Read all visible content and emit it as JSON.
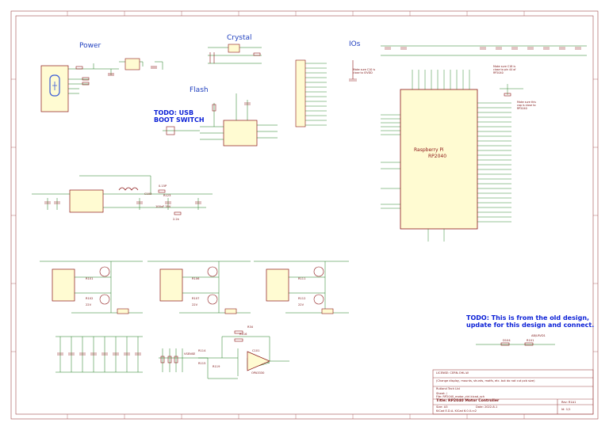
{
  "sections": {
    "power": "Power",
    "crystal": "Crystal",
    "flash": "Flash",
    "ios": "IOs"
  },
  "todo": {
    "usb_boot": "TODO: USB\nBOOT SWITCH",
    "old_design": "TODO: This is from the old design,\nupdate for this design and connect."
  },
  "mcu": {
    "name": "Raspberry Pi",
    "part": "RP2040"
  },
  "notes": {
    "c10_near_iovdd": "Make sure C10 is close to IOVDD",
    "c18_close": "Make sure C18 is close to pin 44 of RP2040",
    "c_close_rp": "Make sure this cap is close to RP2040"
  },
  "labels": {
    "opamp": "OPA3330",
    "r_top": "R34",
    "r_mid": "R116",
    "r_cap": "C101",
    "r_bottom": "R119",
    "r_sense1": "R114",
    "r_sense2": "R115",
    "vsense": "VSENSE",
    "c15p": "0.15P",
    "r123": "R123",
    "c102": "C102",
    "bat_val": "100uF 35V",
    "val_22": "2.2k",
    "tb_net": "AB/LRVD1",
    "tb_a": "D104",
    "tb_b": "R101",
    "fets": [
      {
        "r1": "R101",
        "r2": "R102",
        "v": "22V"
      },
      {
        "r1": "R106",
        "r2": "R107",
        "v": "22V"
      },
      {
        "r1": "R111",
        "r2": "R112",
        "v": "22V"
      }
    ]
  },
  "title_block": {
    "line1": "LICENSE: CERN-OHL-W",
    "line2": "(Change display, mounts, shunts, motfs, etc. but do not cut pcb size)",
    "company": "Rutland Tech Ltd",
    "sheet": "Sheet: /",
    "file": "File: RP2040_motor_ctrl.kicad_sch",
    "title": "Title: RP2040 Motor Controller",
    "size": "Size: A3",
    "date": "Date: 2022-8-1",
    "rev": "Rev: R1A1",
    "kicad": "KiCad E.D.A.  KiCad 6.0.0-rc2",
    "id": "Id: 1/1"
  }
}
